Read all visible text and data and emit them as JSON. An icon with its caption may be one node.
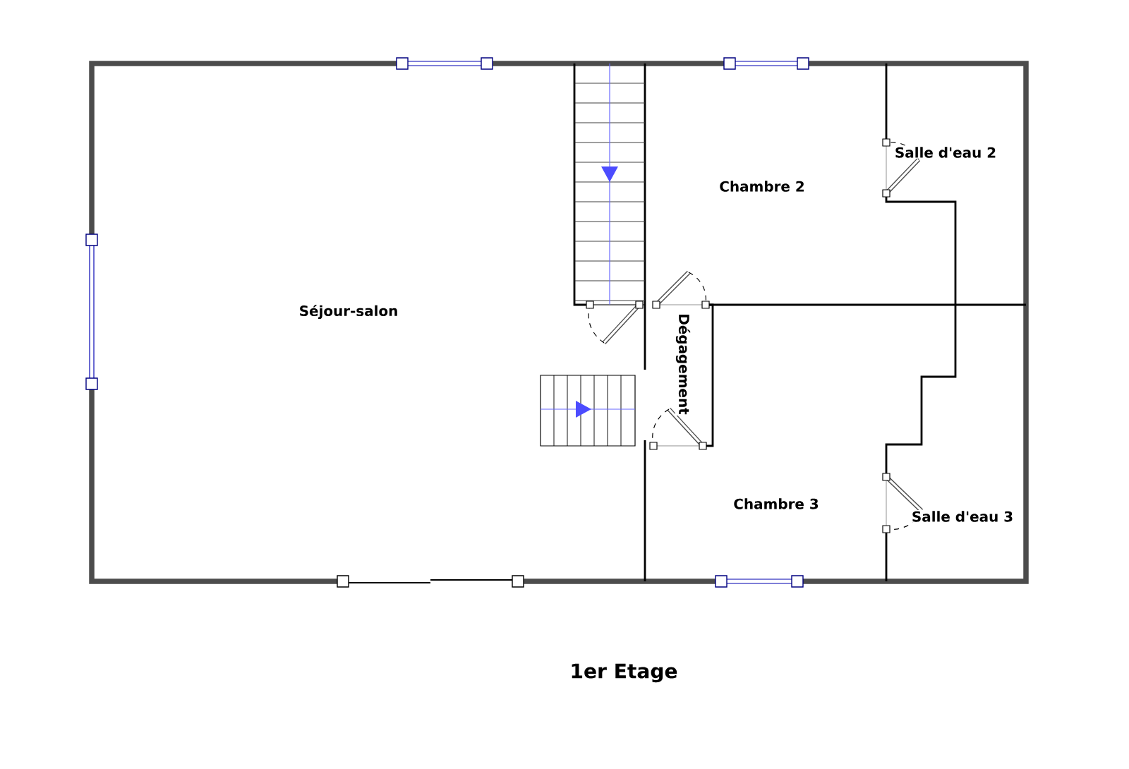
{
  "diagram": {
    "caption": "1er Etage",
    "labels": [
      "Séjour-salon",
      "Chambre 2",
      "Salle d'eau 2",
      "Dégagement",
      "Chambre 3",
      "Salle d'eau 3"
    ]
  }
}
